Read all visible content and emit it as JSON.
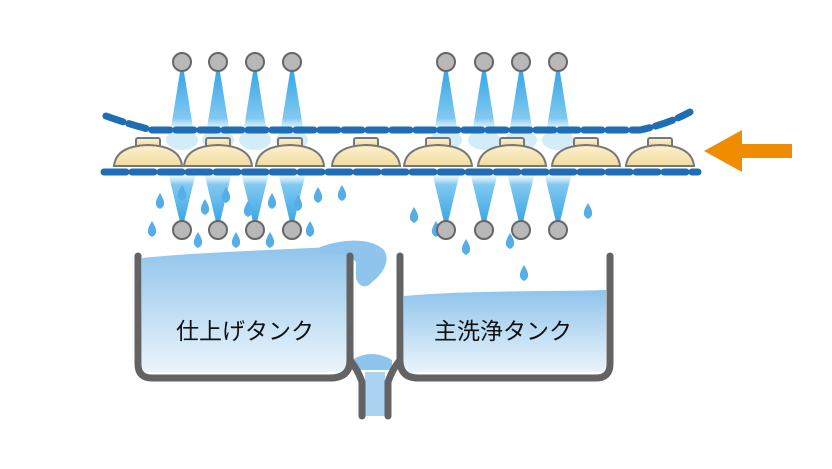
{
  "tanks": [
    {
      "label": "仕上げタンク"
    },
    {
      "label": "主洗浄タンク"
    }
  ],
  "conveyor": {
    "dish_count": 8,
    "direction": "right-to-left"
  },
  "nozzles": {
    "rinse_section_count": 4,
    "wash_section_count": 4
  },
  "colors": {
    "water_top": "#8fc4ec",
    "water_bottom": "#eaf4fb",
    "spray": "#35a8e6",
    "drop": "#55aee8",
    "conveyor": "#1e6db5",
    "dish": "#f6e6b4",
    "dish_outline": "#777777",
    "nozzle": "#b8b8b8",
    "tank_wall": "#636363",
    "arrow": "#f08c00"
  },
  "icons": [
    "conveyor-direction-arrow-icon",
    "spray-nozzle-icon",
    "water-drop-icon",
    "dish-icon"
  ]
}
